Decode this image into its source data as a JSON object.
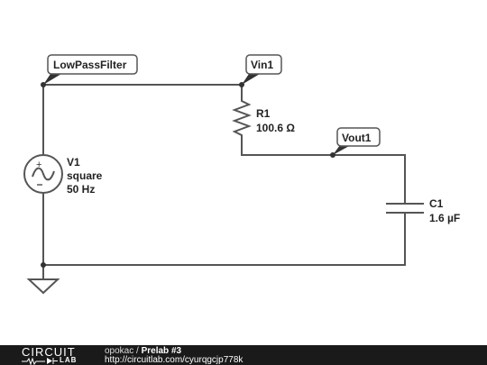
{
  "schematic": {
    "tags": {
      "lowpass": "LowPassFilter",
      "vin": "Vin1",
      "vout": "Vout1"
    },
    "source": {
      "name": "V1",
      "type": "square",
      "freq": "50 Hz"
    },
    "resistor": {
      "name": "R1",
      "value": "100.6 Ω"
    },
    "capacitor": {
      "name": "C1",
      "value": "1.6 µF"
    }
  },
  "footer": {
    "logo_top": "CIRCUIT",
    "logo_bottom": "LAB",
    "user": "opokac",
    "separator": " / ",
    "title": "Prelab #3",
    "url": "http://circuitlab.com/cyurqgcjp778k"
  },
  "colors": {
    "wire": "#555555",
    "footer_bg": "#1a1a1a"
  }
}
